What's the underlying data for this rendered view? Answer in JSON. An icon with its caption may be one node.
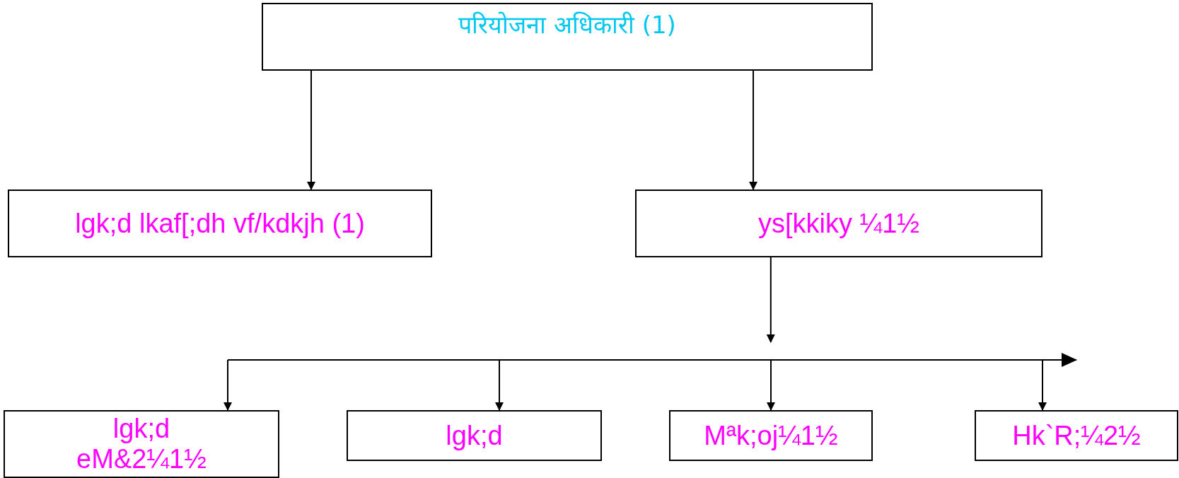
{
  "diagram": {
    "nodes": [
      {
        "text": [
          "परियोजना अधिकारी (1)"
        ]
      },
      {
        "text": [
          "lgk;d lkaf[;dh vf/kdkjh (1)"
        ]
      },
      {
        "text": [
          "ys[kkiky ¼1½"
        ]
      },
      {
        "text": [
          "lgk;d eM&2¼1½"
        ]
      },
      {
        "text": [
          "lgk;d"
        ]
      },
      {
        "text": [
          "Mªk;oj¼1½"
        ]
      },
      {
        "text": [
          "Hk`R;¼2½"
        ]
      }
    ],
    "edges": [
      {
        "from": 0,
        "to": 1,
        "arrow": "to"
      },
      {
        "from": 0,
        "to": 2,
        "arrow": "to"
      },
      {
        "from": 2,
        "to": null,
        "arrow": "to"
      },
      {
        "from": null,
        "to": 3,
        "arrow": "to"
      },
      {
        "from": null,
        "to": 4,
        "arrow": "to"
      },
      {
        "from": null,
        "to": 5,
        "arrow": "to"
      },
      {
        "from": null,
        "to": 6,
        "arrow": "to"
      }
    ]
  }
}
